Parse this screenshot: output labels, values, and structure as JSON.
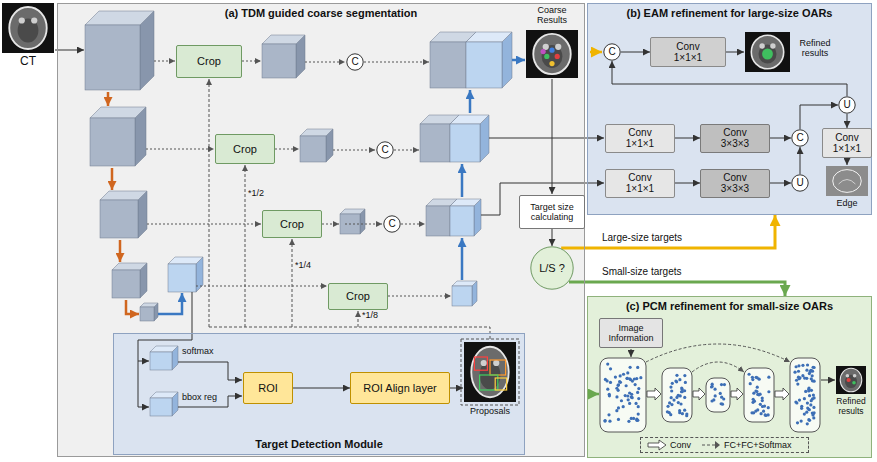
{
  "diagram": {
    "nodes": [
      {
        "text": [
          "(a) TDM guided coarse segmentation"
        ]
      },
      {
        "text": [
          "Crop"
        ],
        "in": 0
      },
      {
        "text": [
          "C"
        ],
        "in": 0
      },
      {
        "text": [
          "Crop"
        ],
        "in": 0
      },
      {
        "text": [
          "C"
        ],
        "in": 0
      },
      {
        "text": [
          "Crop"
        ],
        "in": 0
      },
      {
        "text": [
          "C"
        ],
        "in": 0
      },
      {
        "text": [
          "Crop"
        ],
        "in": 0
      },
      {
        "text": [
          "Target Detection Module"
        ],
        "in": 0
      },
      {
        "text": [
          "ROI"
        ],
        "in": 8
      },
      {
        "text": [
          "ROI Align layer"
        ],
        "in": 8
      },
      {
        "text": [
          "Target size calculating"
        ],
        "in": 0
      },
      {
        "text": [
          "L/S ?"
        ],
        "in": 0
      },
      {
        "text": [
          "(b) EAM refinement for large-size OARs"
        ]
      },
      {
        "text": [
          "C"
        ],
        "in": 13
      },
      {
        "text": [
          "Conv 1×1×1"
        ],
        "in": 13
      },
      {
        "text": [
          "Conv 1×1×1"
        ],
        "in": 13
      },
      {
        "text": [
          "Conv 3×3×3"
        ],
        "in": 13
      },
      {
        "text": [
          "C"
        ],
        "in": 13
      },
      {
        "text": [
          "U"
        ],
        "in": 13
      },
      {
        "text": [
          "Conv 1×1×1"
        ],
        "in": 13
      },
      {
        "text": [
          "Conv 3×3×3"
        ],
        "in": 13
      },
      {
        "text": [
          "U"
        ],
        "in": 13
      },
      {
        "text": [
          "Conv 1×1×1"
        ],
        "in": 13
      },
      {
        "text": [
          "(c) PCM refinement for small-size OARs"
        ]
      },
      {
        "text": [
          "Image Information"
        ],
        "in": 24
      }
    ],
    "edges": [
      {
        "from": 9,
        "to": 10,
        "arrow": "to"
      },
      {
        "from": 11,
        "to": 12,
        "arrow": "to"
      },
      {
        "from": 12,
        "to": 13,
        "label": "Large-size targets",
        "arrow": "to"
      },
      {
        "from": 12,
        "to": 24,
        "label": "Small-size targets",
        "arrow": "to"
      },
      {
        "from": 16,
        "to": 17,
        "arrow": "to"
      },
      {
        "from": 17,
        "to": 18,
        "arrow": "to"
      },
      {
        "from": 18,
        "to": 19,
        "arrow": "to"
      },
      {
        "from": 19,
        "to": 14,
        "arrow": "to"
      },
      {
        "from": 19,
        "to": 23,
        "arrow": "to"
      },
      {
        "from": 14,
        "to": 15,
        "arrow": "to"
      },
      {
        "from": 20,
        "to": 21,
        "arrow": "to"
      },
      {
        "from": 21,
        "to": 22,
        "arrow": "to"
      },
      {
        "from": 22,
        "to": 18,
        "arrow": "to"
      }
    ],
    "labels": [
      "CT",
      "Coarse Results",
      "*1/2",
      "*1/4",
      "*1/8",
      "softmax",
      "bbox reg",
      "Proposals",
      "Refined results",
      "Edge",
      "Refined results"
    ],
    "legend": [
      {
        "text": "Conv"
      },
      {
        "text": "FC+FC+Softmax"
      }
    ]
  }
}
